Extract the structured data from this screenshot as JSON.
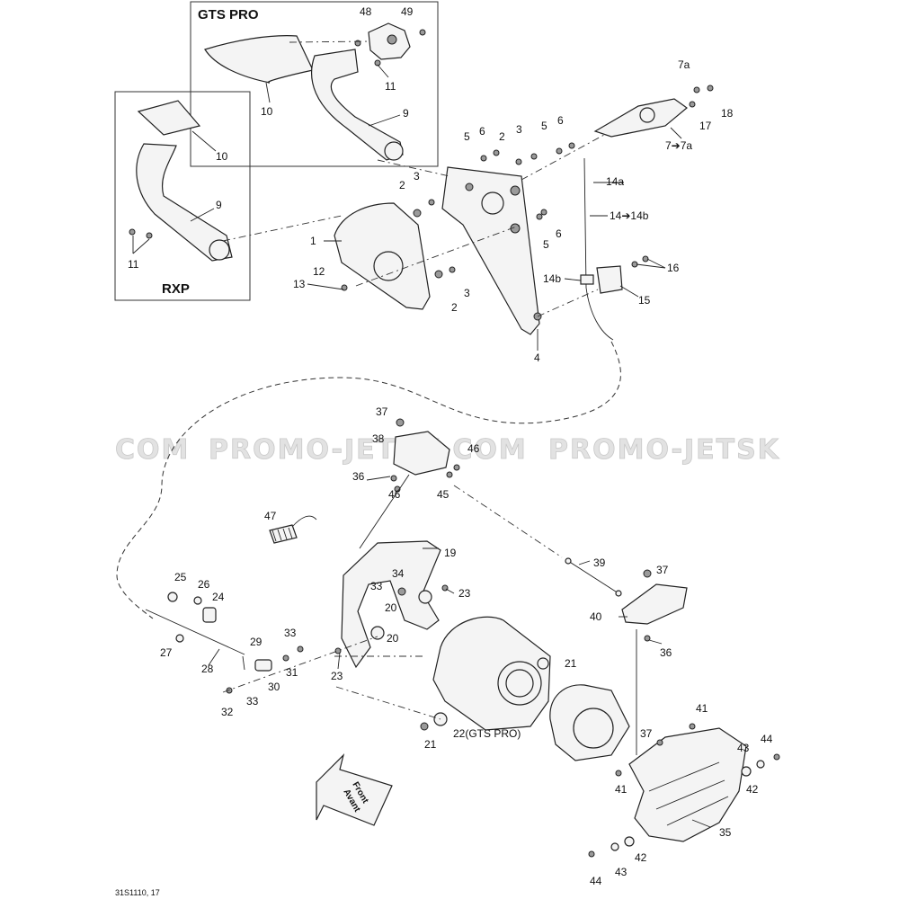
{
  "diagram": {
    "box_gts_title": "GTS PRO",
    "box_rxp_title": "RXP",
    "watermark_left": "COM",
    "watermark_center": "PROMO-JETSK.COM",
    "watermark_right": "PROMO-JETSK",
    "front_line1": "Front",
    "front_line2": "Avant",
    "drawing_code": "31S1110, 17",
    "labels": {
      "l48": "48",
      "l49": "49",
      "l11a": "11",
      "l10a": "10",
      "l9a": "9",
      "l10b": "10",
      "l9b": "9",
      "l11b": "11",
      "l7a": "7a",
      "l17": "17",
      "l18": "18",
      "l7to7a": "7➔7a",
      "l5a": "5",
      "l6a": "6",
      "l2a": "2",
      "l3a": "3",
      "l5b": "5",
      "l6b": "6",
      "l3b": "3",
      "l2b": "2",
      "l1": "1",
      "l12": "12",
      "l13": "13",
      "l3c": "3",
      "l2c": "2",
      "l5c": "5",
      "l6c": "6",
      "l14a": "14a",
      "l14to14b": "14➔14b",
      "l16": "16",
      "l14b": "14b",
      "l15": "15",
      "l4": "4",
      "l37a": "37",
      "l38": "38",
      "l46a": "46",
      "l36a": "36",
      "l46b": "46",
      "l45": "45",
      "l47": "47",
      "l19": "19",
      "l34": "34",
      "l33a": "33",
      "l20a": "20",
      "l23a": "23",
      "l20b": "20",
      "l25": "25",
      "l26": "26",
      "l24": "24",
      "l27": "27",
      "l28": "28",
      "l29": "29",
      "l33b": "33",
      "l31": "31",
      "l30": "30",
      "l33c": "33",
      "l32": "32",
      "l23b": "23",
      "l39": "39",
      "l37b": "37",
      "l40": "40",
      "l36b": "36",
      "l21a": "21",
      "l21b": "21",
      "l22": "22(GTS PRO)",
      "l41a": "41",
      "l37c": "37",
      "l44a": "44",
      "l43a": "43",
      "l41b": "41",
      "l42a": "42",
      "l35": "35",
      "l42b": "42",
      "l43b": "43",
      "l44b": "44"
    }
  }
}
